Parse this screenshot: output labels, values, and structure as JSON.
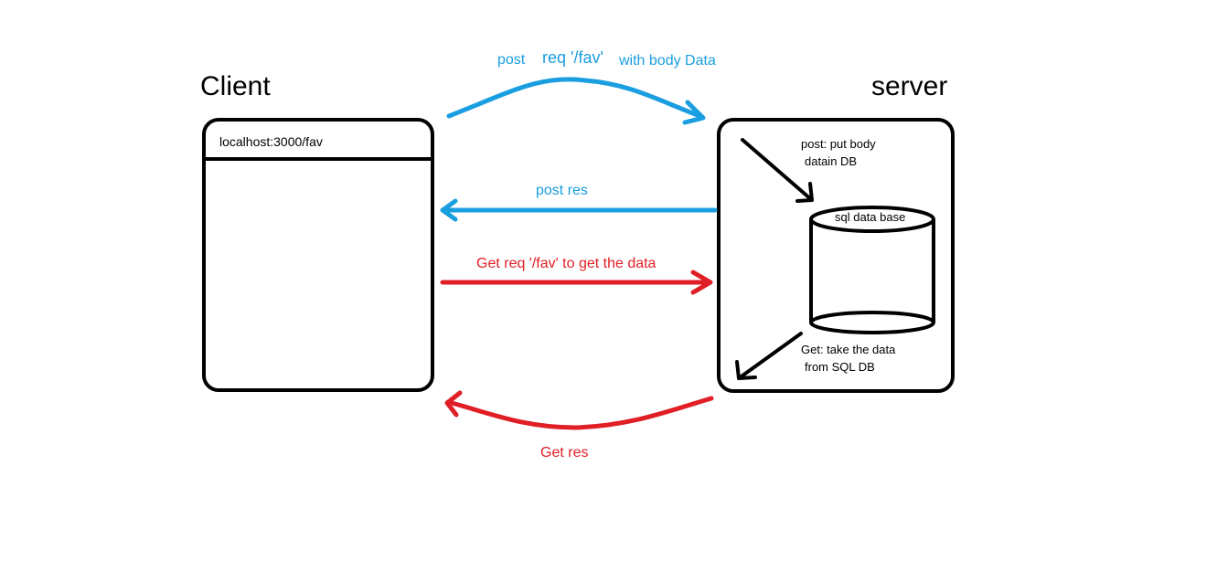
{
  "colors": {
    "blue": "#1a9ee0",
    "red": "#e01e25",
    "black": "#000000"
  },
  "client": {
    "title": "Client",
    "url": "localhost:3000/fav"
  },
  "server": {
    "title": "server",
    "note_post_line1": "post: put body",
    "note_post_line2": "datain DB",
    "db_label": "sql data base",
    "note_get_line1": "Get: take the data",
    "note_get_line2": "from SQL DB"
  },
  "arrows": {
    "post_req_part1": "post",
    "post_req_part2": "req '/fav'",
    "post_req_part3": "with body Data",
    "post_res": "post res",
    "get_req": "Get req '/fav' to get the data",
    "get_res": "Get  res"
  }
}
